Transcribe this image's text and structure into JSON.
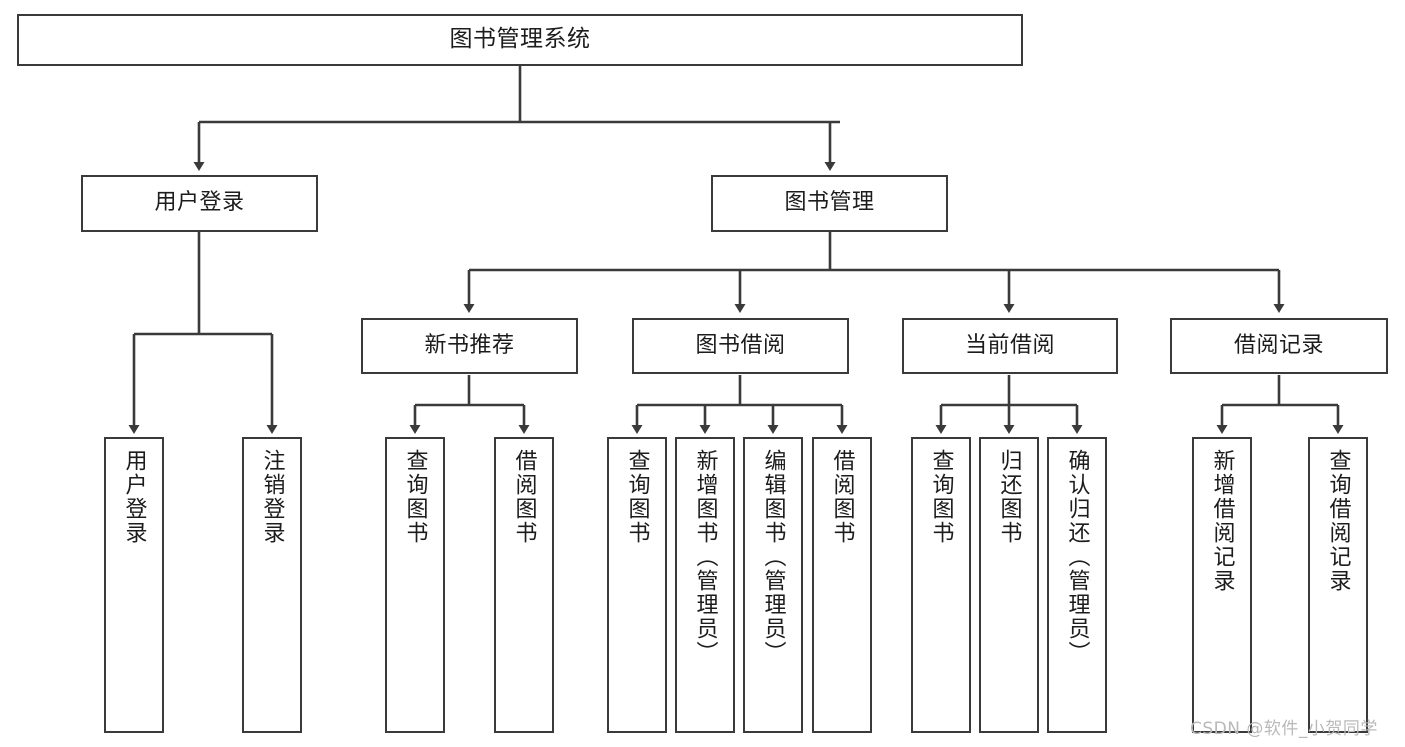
{
  "diagram": {
    "title": "图书管理系统",
    "type": "tree-flowchart",
    "colors": {
      "box_border": "#3a3a3a",
      "box_fill": "#ffffff",
      "edge": "#3a3a3a",
      "text": "#1c1c1c",
      "watermark": "#b9b9b9",
      "background": "#ffffff"
    }
  },
  "nodes": {
    "root": {
      "label": "图书管理系统"
    },
    "level1": [
      {
        "id": "user-login",
        "label": "用户登录"
      },
      {
        "id": "book-manage",
        "label": "图书管理"
      }
    ],
    "level2": [
      {
        "id": "new-book-recommend",
        "label": "新书推荐"
      },
      {
        "id": "book-borrow",
        "label": "图书借阅"
      },
      {
        "id": "current-borrow",
        "label": "当前借阅"
      },
      {
        "id": "borrow-record",
        "label": "借阅记录"
      }
    ],
    "leaves": {
      "user_login": [
        {
          "id": "leaf-user-login",
          "label": "用户登录"
        },
        {
          "id": "leaf-logout-login",
          "label": "注销登录"
        }
      ],
      "new_book_recommend": [
        {
          "id": "leaf-query-book-1",
          "label": "查询图书"
        },
        {
          "id": "leaf-borrow-book-1",
          "label": "借阅图书"
        }
      ],
      "book_borrow": [
        {
          "id": "leaf-query-book-2",
          "label": "查询图书"
        },
        {
          "id": "leaf-add-book",
          "label": "新增图书（管理员）"
        },
        {
          "id": "leaf-edit-book",
          "label": "编辑图书（管理员）"
        },
        {
          "id": "leaf-borrow-book-2",
          "label": "借阅图书"
        }
      ],
      "current_borrow": [
        {
          "id": "leaf-query-book-3",
          "label": "查询图书"
        },
        {
          "id": "leaf-return-book",
          "label": "归还图书"
        },
        {
          "id": "leaf-confirm-return",
          "label": "确认归还（管理员）"
        }
      ],
      "borrow_record": [
        {
          "id": "leaf-add-record",
          "label": "新增借阅记录"
        },
        {
          "id": "leaf-query-record",
          "label": "查询借阅记录"
        }
      ]
    }
  },
  "watermark": {
    "text": "CSDN @软件_小贺同学"
  }
}
